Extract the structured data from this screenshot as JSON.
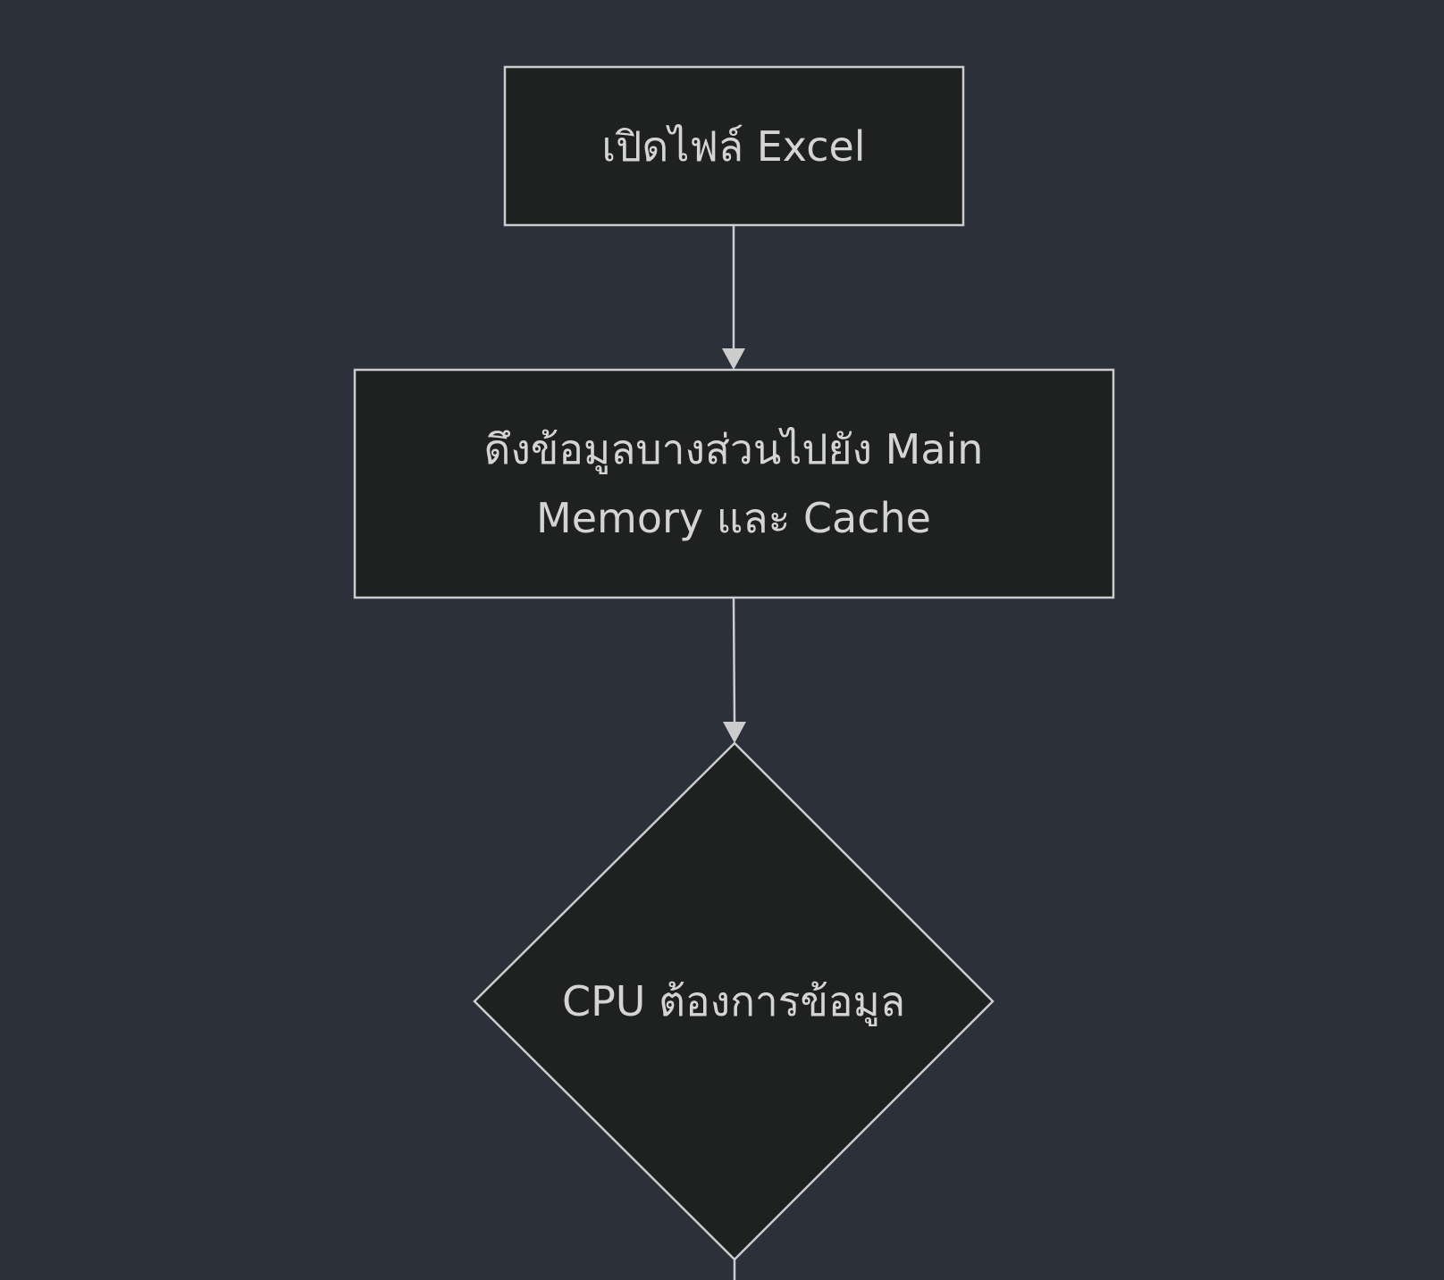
{
  "diagram": {
    "colors": {
      "background": "#2b303b",
      "node_fill": "#1f2020",
      "stroke": "#cccccc",
      "text": "#d4d4d4"
    },
    "nodes": [
      {
        "id": "open-excel",
        "shape": "rectangle",
        "lines": [
          "เปิดไฟล์ Excel"
        ]
      },
      {
        "id": "load-memory-cache",
        "shape": "rectangle",
        "lines": [
          "ดึงข้อมูลบางส่วนไปยัง Main",
          "Memory และ Cache"
        ]
      },
      {
        "id": "cpu-needs-data",
        "shape": "diamond",
        "lines": [
          "CPU ต้องการข้อมูล"
        ]
      }
    ],
    "edges": [
      {
        "from": "open-excel",
        "to": "load-memory-cache"
      },
      {
        "from": "load-memory-cache",
        "to": "cpu-needs-data"
      },
      {
        "from": "cpu-needs-data",
        "to": ""
      }
    ]
  }
}
